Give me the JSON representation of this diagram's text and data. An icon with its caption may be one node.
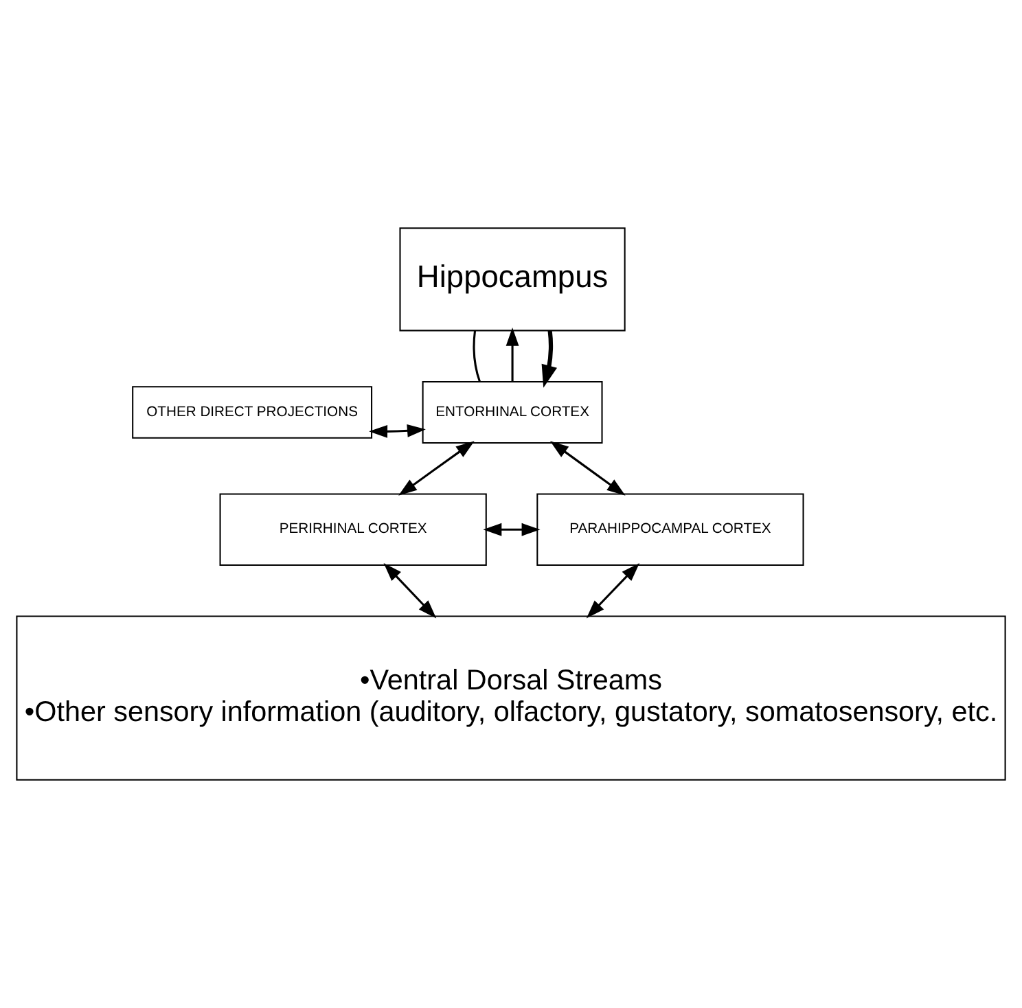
{
  "diagram": {
    "nodes": [
      {
        "text": [
          "Hippocampus"
        ]
      },
      {
        "text": [
          "OTHER DIRECT PROJECTIONS"
        ]
      },
      {
        "text": [
          "ENTORHINAL CORTEX"
        ]
      },
      {
        "text": [
          "PERIRHINAL CORTEX"
        ]
      },
      {
        "text": [
          "PARAHIPPOCAMPAL CORTEX"
        ]
      },
      {
        "text": [
          "•Ventral Dorsal Streams",
          "•Other sensory information (auditory, olfactory, gustatory, somatosensory, etc."
        ]
      }
    ],
    "edges": [
      {
        "from": 2,
        "to": 0,
        "arrow": "to"
      },
      {
        "from": 0,
        "to": 2,
        "arrow": "none"
      },
      {
        "from": 0,
        "to": 2,
        "arrow": "to",
        "style": "thick"
      },
      {
        "from": 1,
        "to": 2,
        "arrow": "both"
      },
      {
        "from": 2,
        "to": 3,
        "arrow": "both"
      },
      {
        "from": 2,
        "to": 4,
        "arrow": "both"
      },
      {
        "from": 3,
        "to": 4,
        "arrow": "both"
      },
      {
        "from": 3,
        "to": 5,
        "arrow": "both"
      },
      {
        "from": 4,
        "to": 5,
        "arrow": "both"
      }
    ]
  }
}
